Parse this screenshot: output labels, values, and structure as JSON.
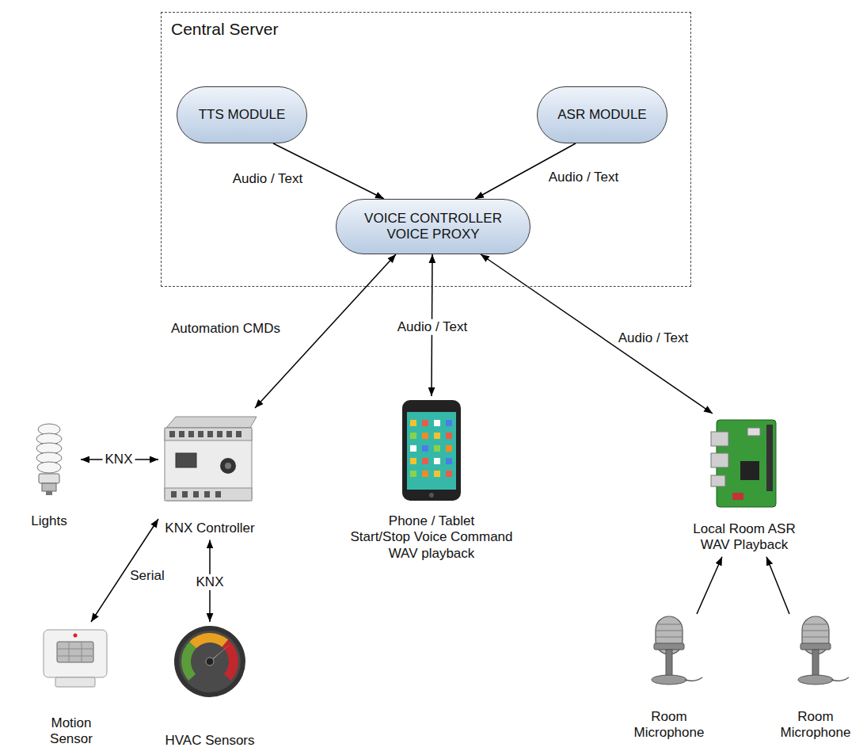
{
  "diagram": {
    "nodes": [
      {
        "text": [
          "Central Server"
        ]
      },
      {
        "text": [
          "TTS MODULE"
        ],
        "in": 0
      },
      {
        "text": [
          "ASR MODULE"
        ],
        "in": 0
      },
      {
        "text": [
          "VOICE CONTROLLER",
          "VOICE PROXY"
        ],
        "in": 0
      },
      {
        "text": [
          "Lights"
        ]
      },
      {
        "text": [
          "KNX Controller"
        ]
      },
      {
        "text": [
          "Phone / Tablet",
          "Start/Stop Voice Command",
          "WAV playback"
        ]
      },
      {
        "text": [
          "Local Room ASR",
          "WAV Playback"
        ]
      },
      {
        "text": [
          "Motion Sensor"
        ]
      },
      {
        "text": [
          "HVAC Sensors"
        ]
      },
      {
        "text": [
          "Room Microphone"
        ]
      },
      {
        "text": [
          "Room Microphone"
        ]
      }
    ],
    "edges": [
      {
        "from": 1,
        "to": 3,
        "label": "Audio / Text",
        "arrow": "to"
      },
      {
        "from": 2,
        "to": 3,
        "label": "Audio / Text",
        "arrow": "to"
      },
      {
        "from": 3,
        "to": 5,
        "label": "Automation CMDs",
        "arrow": "both"
      },
      {
        "from": 3,
        "to": 6,
        "label": "Audio / Text",
        "arrow": "both"
      },
      {
        "from": 3,
        "to": 7,
        "label": "Audio / Text",
        "arrow": "both"
      },
      {
        "from": 4,
        "to": 5,
        "label": "KNX",
        "arrow": "both"
      },
      {
        "from": 5,
        "to": 8,
        "label": "Serial",
        "arrow": "both"
      },
      {
        "from": 5,
        "to": 9,
        "label": "KNX",
        "arrow": "both"
      },
      {
        "from": 10,
        "to": 7,
        "arrow": "to"
      },
      {
        "from": 11,
        "to": 7,
        "arrow": "to"
      }
    ]
  }
}
